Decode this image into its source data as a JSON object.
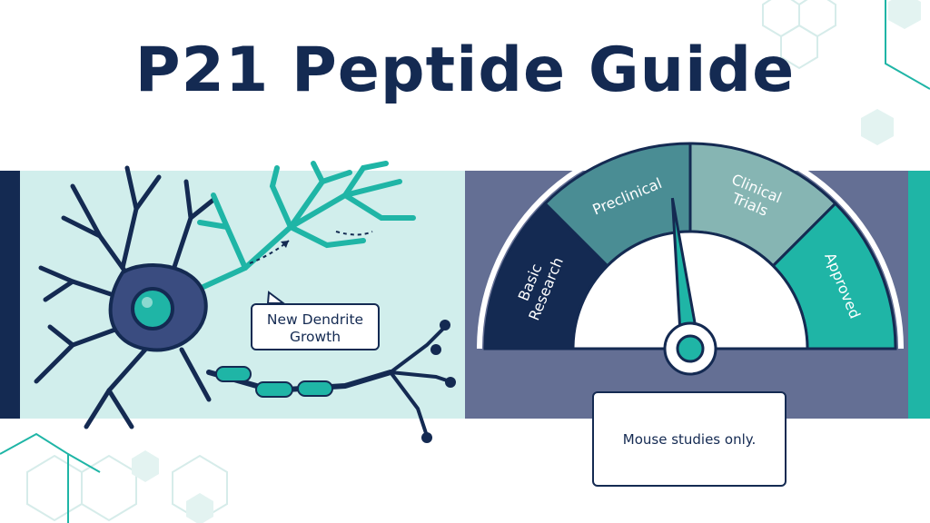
{
  "title": "P21 Peptide Guide",
  "neuron": {
    "callout_line1": "New Dendrite",
    "callout_line2": "Growth"
  },
  "gauge": {
    "segments": [
      {
        "lines": [
          "Basic",
          "Research"
        ],
        "color": "#142a52"
      },
      {
        "lines": [
          "Preclinical"
        ],
        "color": "#4a8d94"
      },
      {
        "lines": [
          "Clinical",
          "Trials"
        ],
        "color": "#86b5b3"
      },
      {
        "lines": [
          "Approved"
        ],
        "color": "#1fb5a6"
      }
    ],
    "current_stage": "Preclinical",
    "note": "Mouse studies only."
  },
  "colors": {
    "navy": "#142a52",
    "teal": "#1fb5a6",
    "mint": "#d1eeec",
    "slate": "#646f94"
  }
}
